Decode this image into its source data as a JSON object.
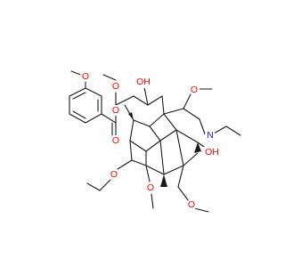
{
  "colors": {
    "bond": "#1a1a1a",
    "oxygen": "#ff0000",
    "nitrogen": "#1a1aff",
    "background": "#ffffff"
  },
  "atoms": [
    {
      "id": "o-methoxy-aryl",
      "label": "O",
      "element": "oxygen"
    },
    {
      "id": "o-ester-carbonyl",
      "label": "O",
      "element": "oxygen"
    },
    {
      "id": "o-ester-link",
      "label": "O",
      "element": "oxygen"
    },
    {
      "id": "o-methoxy-top-left",
      "label": "O",
      "element": "oxygen"
    },
    {
      "id": "o-hydroxyl-top",
      "label": "OH",
      "element": "oxygen"
    },
    {
      "id": "o-methoxy-top-right",
      "label": "O",
      "element": "oxygen"
    },
    {
      "id": "n-amine",
      "label": "N",
      "element": "nitrogen"
    },
    {
      "id": "o-hydroxyl-right",
      "label": "OH",
      "element": "oxygen"
    },
    {
      "id": "o-ethoxy",
      "label": "O",
      "element": "oxygen"
    },
    {
      "id": "o-methoxy-bottom",
      "label": "O",
      "element": "oxygen"
    },
    {
      "id": "o-methoxy-methyl",
      "label": "O",
      "element": "oxygen"
    }
  ]
}
